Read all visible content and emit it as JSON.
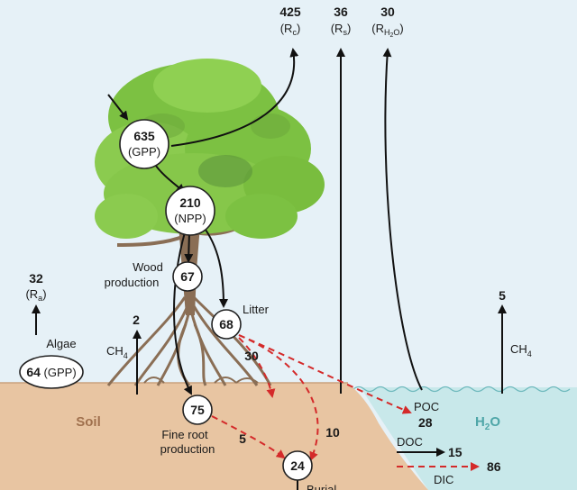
{
  "respiration": {
    "canopy": {
      "value": "425",
      "label": "(R",
      "sub": "c",
      "close": ")"
    },
    "soil": {
      "value": "36",
      "label": "(R",
      "sub": "s",
      "close": ")"
    },
    "water": {
      "value": "30",
      "label": "(R",
      "sub": "H",
      "sub2": "2",
      "tail": "O",
      "close": ")"
    },
    "algae": {
      "value": "32",
      "label": "(R",
      "sub": "a",
      "close": ")"
    }
  },
  "nodes": {
    "gpp": {
      "value": "635",
      "label": "(GPP)"
    },
    "npp": {
      "value": "210",
      "label": "(NPP)"
    },
    "wood": {
      "value": "67",
      "label_line1": "Wood",
      "label_line2": "production"
    },
    "litter": {
      "value": "68",
      "label": "Litter"
    },
    "fine_root": {
      "value": "75",
      "label_line1": "Fine root",
      "label_line2": "production"
    },
    "burial": {
      "value": "24",
      "label": "Burial"
    },
    "algae_gpp": {
      "value": "64",
      "label": "(GPP)",
      "caption": "Algae"
    }
  },
  "fluxes": {
    "ch4_soil": {
      "value": "2",
      "label": "CH",
      "sub": "4"
    },
    "ch4_water": {
      "value": "5",
      "label": "CH",
      "sub": "4"
    },
    "litter_to_soil": "30",
    "root_to_burial": "5",
    "litter_to_burial": "10",
    "poc": {
      "label": "POC",
      "value": "28"
    },
    "doc": {
      "label": "DOC",
      "value": "15"
    },
    "dic": {
      "label": "DIC",
      "value": "86"
    }
  },
  "zones": {
    "soil": "Soil",
    "water": {
      "label": "H",
      "sub": "2",
      "tail": "O"
    }
  },
  "colors": {
    "sky": "#e6f1f7",
    "soil": "#e8c5a2",
    "water": "#c8e8ea",
    "foliage": "#7cc142",
    "trunk": "#8a6e55",
    "red_arrow": "#d42a2a",
    "soil_label": "#a0714e",
    "water_label": "#4fa6a8"
  }
}
